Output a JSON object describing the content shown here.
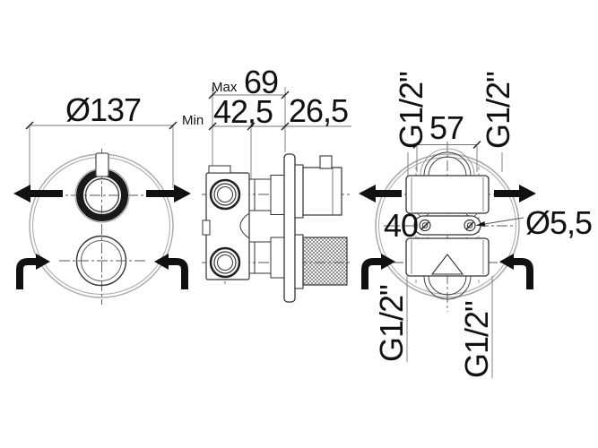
{
  "drawing": {
    "title": "thermostatic-shower-valve-technical-drawing",
    "front": {
      "diameter": "Ø137"
    },
    "side": {
      "max_label": "Max",
      "max_value": "69",
      "min_label": "Min",
      "min_value": "42,5",
      "trim_depth": "26,5"
    },
    "rear": {
      "port_span": "57",
      "screw_span": "40",
      "screw_hole": "Ø5,5",
      "thread_top_left": "G1/2\"",
      "thread_top_right": "G1/2\"",
      "thread_bottom_left": "G1/2\"",
      "thread_bottom_right": "G1/2\""
    }
  },
  "colors": {
    "ink": "#111111",
    "line": "#333333",
    "dimension": "#777777",
    "soft_gray": "#a8a8a8",
    "background": "#ffffff"
  }
}
